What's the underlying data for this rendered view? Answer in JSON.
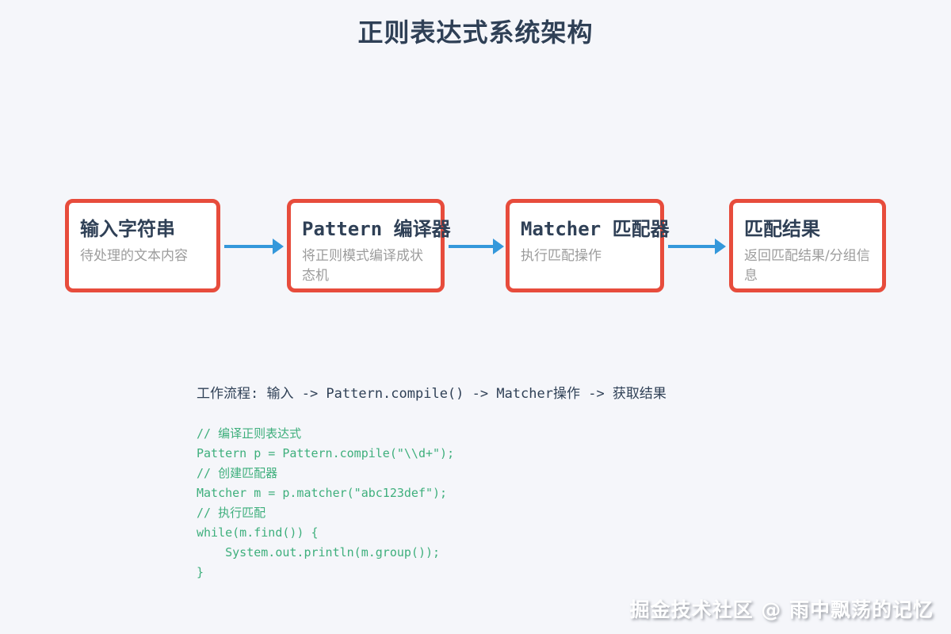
{
  "page": {
    "title": "正则表达式系统架构",
    "background_color": "#f5f6fa",
    "watermark": "掘金技术社区 @ 雨中飘荡的记忆"
  },
  "flow": {
    "node_border_color": "#e74c3c",
    "node_fill_color": "#ffffff",
    "arrow_color": "#3498db",
    "title_color": "#2f4056",
    "subtitle_color": "#9c9c9c",
    "nodes": [
      {
        "title": "输入字符串",
        "subtitle": "待处理的文本内容"
      },
      {
        "title": "Pattern 编译器",
        "subtitle": "将正则模式编译成状态机"
      },
      {
        "title": "Matcher 匹配器",
        "subtitle": "执行匹配操作"
      },
      {
        "title": "匹配结果",
        "subtitle": "返回匹配结果/分组信息"
      }
    ]
  },
  "workflow": {
    "text": "工作流程: 输入 -> Pattern.compile() -> Matcher操作 -> 获取结果"
  },
  "code": {
    "color": "#3eaf7c",
    "lines": [
      "// 编译正则表达式",
      "Pattern p = Pattern.compile(\"\\\\d+\");",
      "// 创建匹配器",
      "Matcher m = p.matcher(\"abc123def\");",
      "// 执行匹配",
      "while(m.find()) {",
      "    System.out.println(m.group());",
      "}"
    ]
  }
}
